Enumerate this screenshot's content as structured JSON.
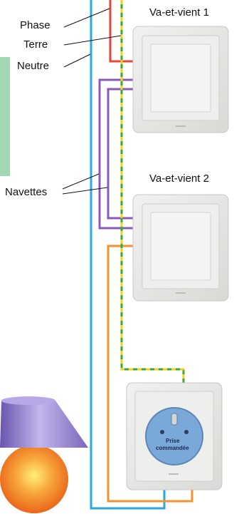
{
  "labels": {
    "phase": "Phase",
    "terre": "Terre",
    "neutre": "Neutre",
    "navettes": "Navettes",
    "switch1": "Va-et-vient 1",
    "switch2": "Va-et-vient 2",
    "socket_line1": "Prise",
    "socket_line2": "commandée"
  },
  "colors": {
    "phase": "#e8423a",
    "terre_green": "#3aa842",
    "terre_yellow": "#f2d21b",
    "neutre": "#2aa7e0",
    "navettes": "#8a5ab8",
    "retour": "#f0922e",
    "panel": "#9fd8b2",
    "socket_face": "#7aa8d8",
    "lamp_shade": "#9a86d2",
    "lamp_base": "#f07a20"
  }
}
